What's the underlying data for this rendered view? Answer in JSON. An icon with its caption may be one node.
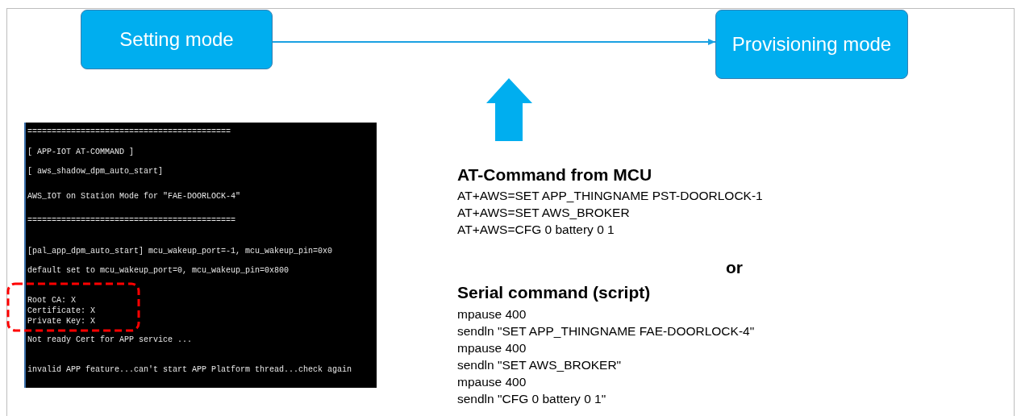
{
  "diagram": {
    "nodes": [
      {
        "text": [
          "Setting mode"
        ]
      },
      {
        "text": [
          "Provisioning mode"
        ]
      }
    ],
    "edges": [
      {
        "from": 0,
        "to": 1,
        "arrow": "to"
      }
    ],
    "labels": [
      "==========================================",
      "[ APP-IOT AT-COMMAND ]",
      "[ aws_shadow_dpm_auto_start]",
      "AWS_IOT on Station Mode for \"FAE-DOORLOCK-4\"",
      "===========================================",
      "[pal_app_dpm_auto_start] mcu_wakeup_port=-1, mcu_wakeup_pin=0x0",
      "default set to mcu_wakeup_port=0, mcu_wakeup_pin=0x800",
      "Root CA: X",
      "Certificate: X",
      "Private Key: X",
      "Not ready Cert for APP service ...",
      "invalid APP feature...can't start APP Platform thread...check again",
      "AT-Command from MCU",
      "AT+AWS=SET APP_THINGNAME PST-DOORLOCK-1",
      "AT+AWS=SET AWS_BROKER",
      "AT+AWS=CFG 0 battery 0 1",
      "or",
      "Serial command (script)",
      "mpause 400",
      "sendln \"SET APP_THINGNAME FAE-DOORLOCK-4\"",
      "mpause 400",
      "sendln \"SET AWS_BROKER\"",
      "mpause 400",
      "sendln \"CFG 0 battery 0 1\""
    ]
  }
}
